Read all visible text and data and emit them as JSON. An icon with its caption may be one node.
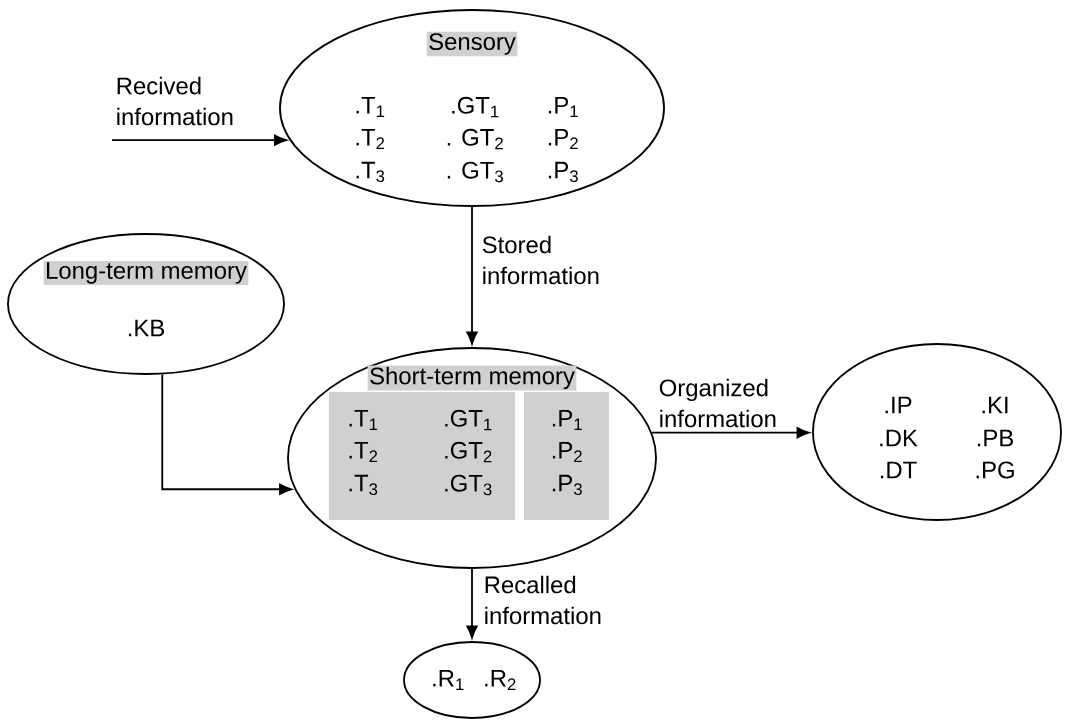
{
  "diagram": {
    "nodes": [
      {
        "text": [
          "Sensory",
          ".T$_{1}$",
          ".GT$_{1}$",
          ".P$_{1}$",
          ".T$_{2}$",
          ". GT$_{2}$",
          ".P$_{2}$",
          ".T$_{3}$",
          ". GT$_{3}$",
          ".P$_{3}$"
        ]
      },
      {
        "text": [
          "Long-term memory",
          ".KB"
        ]
      },
      {
        "text": [
          "Short-term memory"
        ]
      },
      {
        "text": [
          ".T$_{1}$",
          ".GT$_{1}$",
          ".T$_{2}$",
          ".GT$_{2}$",
          ".T$_{3}$",
          ".GT$_{3}$"
        ],
        "in": 2
      },
      {
        "text": [
          ".P$_{1}$",
          ".P$_{2}$",
          ".P$_{3}$"
        ],
        "in": 2
      },
      {
        "text": [
          ".IP",
          ".KI",
          ".DK",
          ".PB",
          ".DT",
          ".PG"
        ]
      },
      {
        "text": [
          ".R$_{1}$",
          ".R$_{2}$"
        ]
      }
    ],
    "edges": [
      {
        "from": null,
        "to": 0,
        "arrow": "to",
        "label": "Recived information"
      },
      {
        "from": 0,
        "to": 2,
        "arrow": "to",
        "label": "Stored information"
      },
      {
        "from": 1,
        "to": 2,
        "arrow": "to"
      },
      {
        "from": 2,
        "to": 5,
        "arrow": "to",
        "label": "Organized information"
      },
      {
        "from": 2,
        "to": 6,
        "arrow": "to",
        "label": "Recalled information"
      }
    ]
  }
}
